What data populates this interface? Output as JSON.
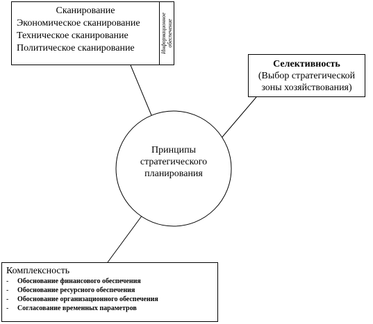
{
  "scanning": {
    "title": "Сканирование",
    "items": [
      "Экономическое сканирование",
      "Техническое сканирование",
      "Политическое сканирование"
    ],
    "info_label": "Информационное обеспечение"
  },
  "selectivity": {
    "title": "Селективность",
    "subtitle_line1": "(Выбор стратегической",
    "subtitle_line2": "зоны хозяйствования)"
  },
  "center": {
    "line1": "Принципы",
    "line2": "стратегического",
    "line3": "планирования"
  },
  "complexity": {
    "title": "Комплексность",
    "items": [
      "Обоснование финансового обеспечения",
      "Обоснование ресурсного обеспечения",
      "Обоснование организационного обеспечения",
      "Согласование временных параметров"
    ]
  },
  "colors": {
    "stroke": "#000000",
    "background": "#ffffff"
  }
}
